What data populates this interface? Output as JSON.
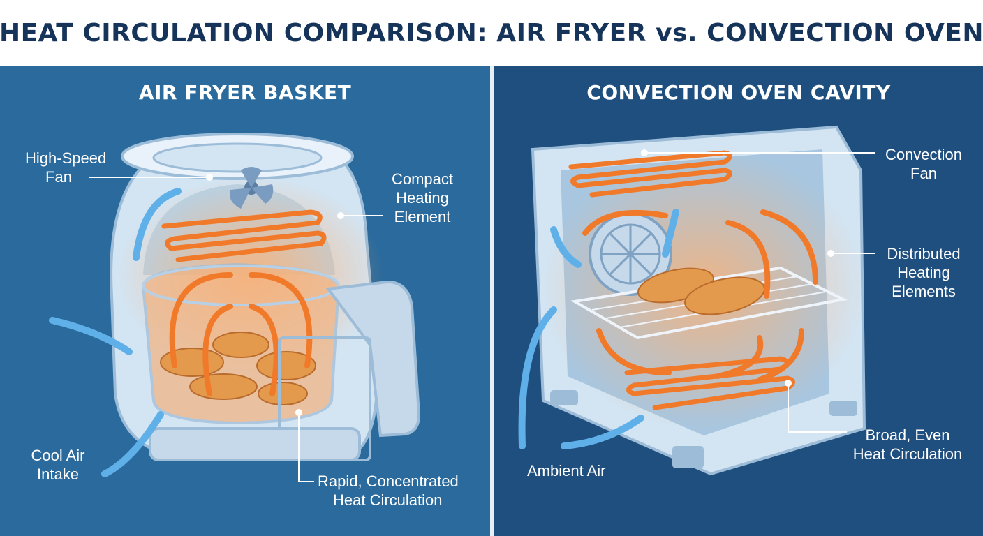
{
  "title": "HEAT CIRCULATION COMPARISON: AIR FRYER vs. CONVECTION OVEN",
  "left_panel": {
    "title": "AIR FRYER BASKET",
    "labels": {
      "fan_line1": "High-Speed",
      "fan_line2": "Fan",
      "element_line1": "Compact",
      "element_line2": "Heating",
      "element_line3": "Element",
      "intake_line1": "Cool Air",
      "intake_line2": "Intake",
      "circ_line1": "Rapid, Concentrated",
      "circ_line2": "Heat Circulation"
    }
  },
  "right_panel": {
    "title": "CONVECTION OVEN CAVITY",
    "labels": {
      "fan_line1": "Convection",
      "fan_line2": "Fan",
      "elements_line1": "Distributed",
      "elements_line2": "Heating",
      "elements_line3": "Elements",
      "ambient": "Ambient Air",
      "circ_line1": "Broad, Even",
      "circ_line2": "Heat Circulation"
    }
  },
  "colors": {
    "title_text": "#16335a",
    "left_bg": "#2a6a9c",
    "right_bg": "#1f4f7e",
    "heat": "#f07a2a",
    "cool_air": "#5fb0e8",
    "appliance": "#cfe0ef"
  }
}
